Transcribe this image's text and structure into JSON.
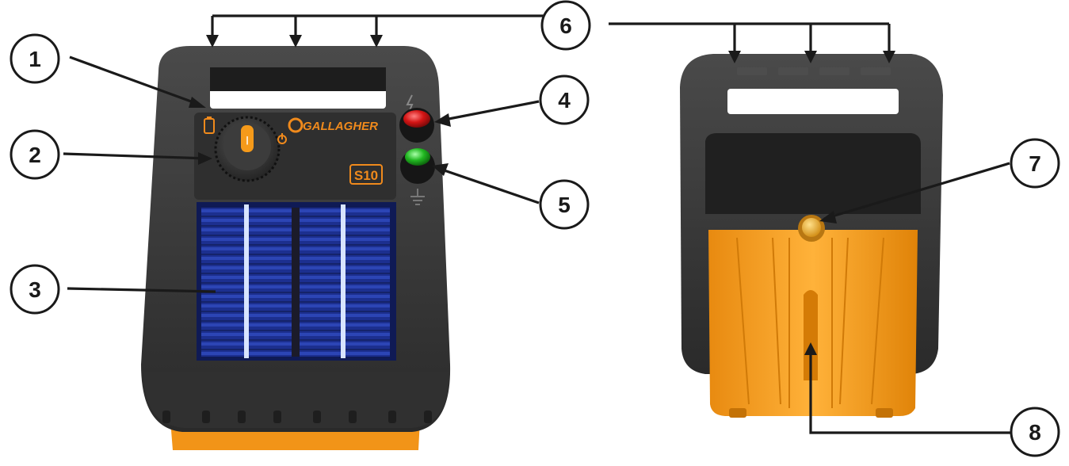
{
  "product": {
    "brand": "GALLAGHER",
    "model": "S10"
  },
  "callouts": [
    {
      "id": "1",
      "label": "1"
    },
    {
      "id": "2",
      "label": "2"
    },
    {
      "id": "3",
      "label": "3"
    },
    {
      "id": "4",
      "label": "4"
    },
    {
      "id": "5",
      "label": "5"
    },
    {
      "id": "6",
      "label": "6"
    },
    {
      "id": "7",
      "label": "7"
    },
    {
      "id": "8",
      "label": "8"
    }
  ],
  "colors": {
    "body": "#3a3a3a",
    "body_dark": "#262626",
    "accent_orange": "#f7a21b",
    "solar_blue": "#1c2f8f",
    "led_red": "#d41515",
    "led_green": "#22b822",
    "line": "#1a1a1a"
  },
  "icons": [
    "battery-icon",
    "lightning-icon",
    "ground-icon",
    "power-icon"
  ]
}
